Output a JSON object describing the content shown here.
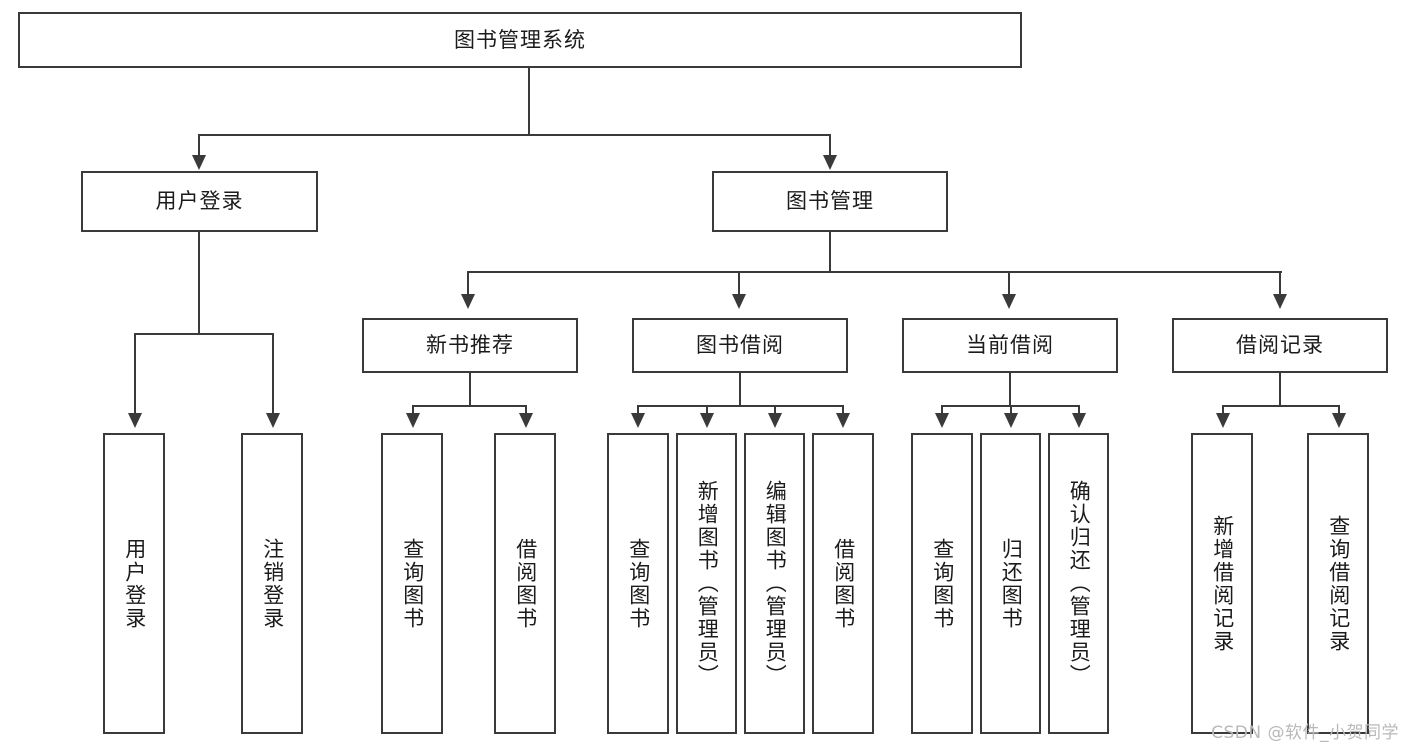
{
  "diagram": {
    "title": "图书管理系统",
    "watermark": "CSDN @软件_小贺同学",
    "colors": {
      "line": "#3a3a3a",
      "box_border": "#3a3a3a",
      "box_fill": "#ffffff",
      "text": "#1b1b1b",
      "watermark": "#b9b9b9",
      "background": "#ffffff"
    },
    "type": "tree-hierarchy",
    "levels": 4,
    "root": {
      "label": "图书管理系统"
    },
    "level2": [
      {
        "label": "用户登录"
      },
      {
        "label": "图书管理"
      }
    ],
    "level3": [
      {
        "label": "新书推荐"
      },
      {
        "label": "图书借阅"
      },
      {
        "label": "当前借阅"
      },
      {
        "label": "借阅记录"
      }
    ],
    "leaves": {
      "user_login": [
        {
          "label": "用户登录"
        },
        {
          "label": "注销登录"
        }
      ],
      "new_book_recommend": [
        {
          "label": "查询图书"
        },
        {
          "label": "借阅图书"
        }
      ],
      "book_borrow": [
        {
          "label": "查询图书"
        },
        {
          "label": "新增图书（管理员）"
        },
        {
          "label": "编辑图书（管理员）"
        },
        {
          "label": "借阅图书"
        }
      ],
      "current_borrow": [
        {
          "label": "查询图书"
        },
        {
          "label": "归还图书"
        },
        {
          "label": "确认归还（管理员）"
        }
      ],
      "borrow_records": [
        {
          "label": "新增借阅记录"
        },
        {
          "label": "查询借阅记录"
        }
      ]
    }
  }
}
